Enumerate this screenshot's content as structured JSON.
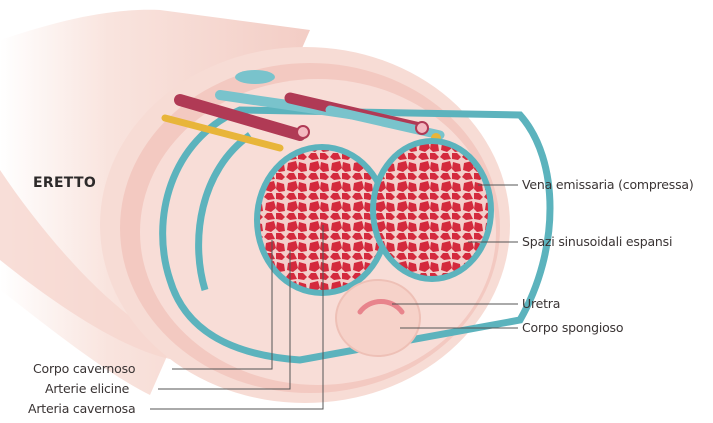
{
  "diagram": {
    "title": "ERETTO",
    "labels_right": {
      "vena_emissaria": "Vena emissaria (compressa)",
      "spazi_sinusoidali": "Spazi sinusoidali espansi",
      "uretra": "Uretra",
      "corpo_spongioso": "Corpo spongioso"
    },
    "labels_left": {
      "corpo_cavernoso": "Corpo cavernoso",
      "arterie_elicine": "Arterie elicine",
      "arteria_cavernosa": "Arteria cavernosa"
    },
    "colors": {
      "skin_outer": "#f7dcd5",
      "skin_inner": "#f2c3bc",
      "cavernous_tissue": "#d9293c",
      "sinus_spaces": "#f4d2cf",
      "tunica": "#5cb3bd",
      "vein_blue": "#79c3cc",
      "artery_red": "#b03a55",
      "nerve_yellow": "#e8b53a",
      "spongiosum": "#f6d2c9",
      "urethra": "#e8848c",
      "line": "#555555"
    }
  }
}
